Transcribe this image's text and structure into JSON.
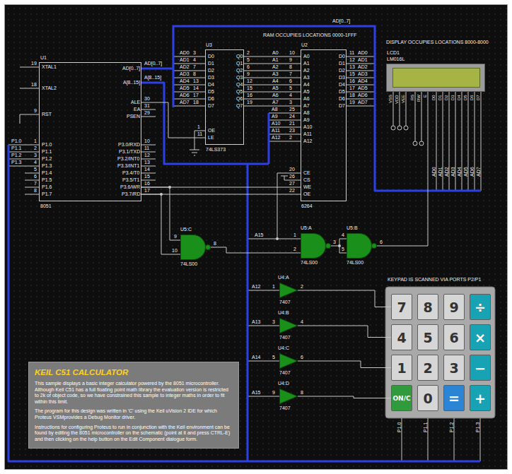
{
  "diagram": {
    "nodes": [
      {
        "text": [
          "U1",
          "8051",
          "XTAL1",
          "XTAL2",
          "RST",
          "P1.0",
          "P1.1",
          "P1.2",
          "P1.3",
          "P1.4",
          "P1.5",
          "P1.6",
          "P1.7",
          "AD[0..7]",
          "A[8..15]",
          "ALE",
          "EA",
          "PSEN",
          "P3.0/RXD",
          "P3.1/TXD",
          "P3.2/INT0",
          "P3.3/INT1",
          "P3.4/T0",
          "P3.5/T1",
          "P3.6/WR",
          "P3.7/RD"
        ]
      },
      {
        "text": [
          "U3",
          "74LS373",
          "D0",
          "D1",
          "D2",
          "D3",
          "D4",
          "D5",
          "D6",
          "D7",
          "Q0",
          "Q1",
          "Q2",
          "Q3",
          "Q4",
          "Q5",
          "Q6",
          "Q7",
          "OE",
          "LE"
        ]
      },
      {
        "text": [
          "U2",
          "6264",
          "A0",
          "A1",
          "A2",
          "A3",
          "A4",
          "A5",
          "A6",
          "A7",
          "A8",
          "A9",
          "A10",
          "A11",
          "A12",
          "D0",
          "D1",
          "D2",
          "D3",
          "D4",
          "D5",
          "D6",
          "D7",
          "CE",
          "CS",
          "WE",
          "OE"
        ]
      },
      {
        "text": [
          "LCD1",
          "LM016L",
          "VSS",
          "VDD",
          "VEE",
          "RS",
          "RW",
          "E",
          "D0",
          "D1",
          "D2",
          "D3",
          "D4",
          "D5",
          "D6",
          "D7"
        ]
      },
      {
        "text": [
          "U5:C",
          "74LS00"
        ]
      },
      {
        "text": [
          "U5:A",
          "74LS00"
        ]
      },
      {
        "text": [
          "U5:B",
          "74LS00"
        ]
      },
      {
        "text": [
          "U4:A",
          "7407"
        ]
      },
      {
        "text": [
          "U4:B",
          "7407"
        ]
      },
      {
        "text": [
          "U4:C",
          "7407"
        ]
      },
      {
        "text": [
          "U4:D",
          "7407"
        ]
      },
      {
        "text": [
          "7"
        ]
      },
      {
        "text": [
          "8"
        ]
      },
      {
        "text": [
          "9"
        ]
      },
      {
        "text": [
          "÷"
        ]
      },
      {
        "text": [
          "4"
        ]
      },
      {
        "text": [
          "5"
        ]
      },
      {
        "text": [
          "6"
        ]
      },
      {
        "text": [
          "×"
        ]
      },
      {
        "text": [
          "1"
        ]
      },
      {
        "text": [
          "2"
        ]
      },
      {
        "text": [
          "3"
        ]
      },
      {
        "text": [
          "−"
        ]
      },
      {
        "text": [
          "ON/C"
        ]
      },
      {
        "text": [
          "0"
        ]
      },
      {
        "text": [
          "="
        ]
      },
      {
        "text": [
          "+"
        ]
      },
      {
        "text": [
          "KEIL C51 CALCULATOR",
          "This sample displays a basic integer calculator powered by the 8051 microcontroller. Although Keil C51 has a full floating point math library the evaluation version is restricted to 2k of object code, so we have constrained this sample to integer maths in order to fit within this limit.",
          "The program for this design was written in 'C' using the Keil uVision 2 IDE for which Proteus VSMprovides a Debug Monitor driver.",
          "Instructions for configuring Proteus to run in conjunction with the Keil environment can be found by editing the 8051 microcontroller on the schematic (point at it and press CTRL-E) and then clicking on the help button on the Edit Component dialogue form."
        ]
      }
    ],
    "edges": [
      {
        "from": 0,
        "to": 1,
        "arrow": "none"
      },
      {
        "from": 1,
        "to": 2,
        "arrow": "none"
      },
      {
        "from": 1,
        "to": 2,
        "arrow": "none"
      },
      {
        "from": 1,
        "to": 2,
        "arrow": "none"
      },
      {
        "from": 1,
        "to": 2,
        "arrow": "none"
      },
      {
        "from": 1,
        "to": 2,
        "arrow": "none"
      },
      {
        "from": 1,
        "to": 2,
        "arrow": "none"
      },
      {
        "from": 1,
        "to": 2,
        "arrow": "none"
      },
      {
        "from": 1,
        "to": 2,
        "arrow": "none"
      },
      {
        "from": 0,
        "to": 2,
        "arrow": "none"
      },
      {
        "from": 0,
        "to": 4,
        "arrow": "none"
      },
      {
        "from": 0,
        "to": 2,
        "arrow": "none"
      },
      {
        "from": 0,
        "to": 4,
        "arrow": "none"
      },
      {
        "from": 4,
        "to": 5,
        "arrow": "none"
      },
      {
        "from": 5,
        "to": 6,
        "arrow": "none"
      },
      {
        "from": 6,
        "to": 3,
        "arrow": "none"
      },
      {
        "from": 7,
        "to": 11,
        "arrow": "none"
      },
      {
        "from": 8,
        "to": 15,
        "arrow": "none"
      },
      {
        "from": 9,
        "to": 19,
        "arrow": "none"
      },
      {
        "from": 10,
        "to": 23,
        "arrow": "none"
      }
    ],
    "labels": [
      "19",
      "18",
      "9",
      "1",
      "2",
      "3",
      "4",
      "5",
      "6",
      "7",
      "8",
      "30",
      "31",
      "29",
      "10",
      "11",
      "12",
      "13",
      "14",
      "15",
      "16",
      "17",
      "P1.0",
      "P1.1",
      "P1.2",
      "P1.3",
      "AD[0..7]",
      "A[8..15]",
      "AD[0..7]",
      "AD0",
      "AD1",
      "AD2",
      "AD3",
      "AD4",
      "AD5",
      "AD6",
      "AD7",
      "3",
      "4",
      "7",
      "8",
      "13",
      "14",
      "17",
      "18",
      "1",
      "11",
      "2",
      "5",
      "6",
      "9",
      "12",
      "15",
      "16",
      "19",
      "A0",
      "A1",
      "A2",
      "A3",
      "A4",
      "A5",
      "A6",
      "A7",
      "A8",
      "A9",
      "A10",
      "A11",
      "A12",
      "10",
      "9",
      "8",
      "7",
      "6",
      "5",
      "4",
      "3",
      "25",
      "24",
      "21",
      "23",
      "2",
      "11",
      "12",
      "13",
      "15",
      "16",
      "17",
      "18",
      "19",
      "AD0",
      "AD1",
      "AD2",
      "AD3",
      "AD4",
      "AD5",
      "AD6",
      "AD7",
      "20",
      "26",
      "27",
      "22",
      "AD0",
      "AD1",
      "AD2",
      "AD3",
      "AD4",
      "AD5",
      "AD6",
      "AD7",
      "9",
      "10",
      "8",
      "1",
      "2",
      "3",
      "4",
      "5",
      "6",
      "A15",
      "1",
      "2",
      "3",
      "4",
      "5",
      "6",
      "9",
      "8",
      "A12",
      "A13",
      "A14",
      "A15",
      "RAM OCCUPIES LOCATIONS 0000-1FFF",
      "DISPLAY OCCUPIES LOCATIONS 8000-8000",
      "KEYPAD IS SCANNED VIA PORTS P2/P1",
      "P1.0",
      "P1.1",
      "P1.2",
      "P1.3"
    ]
  }
}
